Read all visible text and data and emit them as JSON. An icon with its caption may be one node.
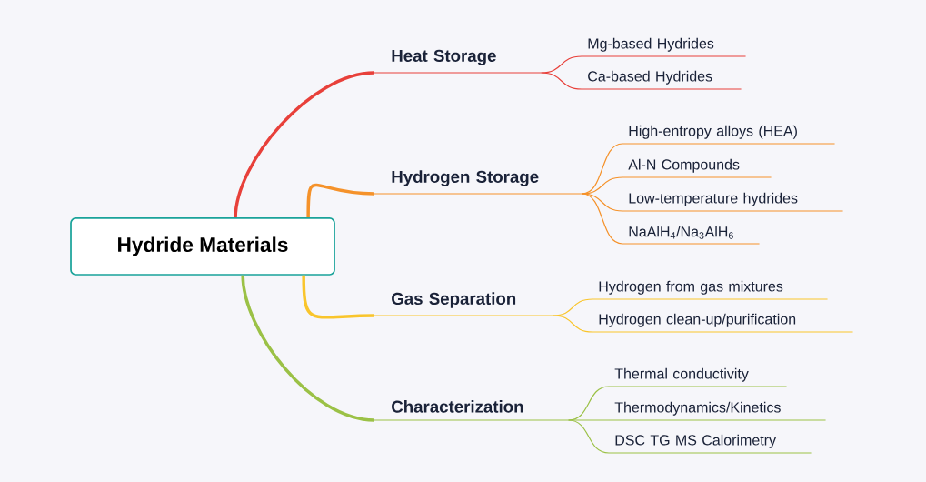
{
  "diagram": {
    "nodes": [
      {
        "text": [
          "Hydride Materials"
        ]
      },
      {
        "text": [
          "Heat Storage"
        ]
      },
      {
        "text": [
          "Mg-based Hydrides"
        ]
      },
      {
        "text": [
          "Ca-based Hydrides"
        ]
      },
      {
        "text": [
          "Hydrogen Storage"
        ]
      },
      {
        "text": [
          "High-entropy alloys (HEA)"
        ]
      },
      {
        "text": [
          "Al-N Compounds"
        ]
      },
      {
        "text": [
          "Low-temperature hydrides"
        ]
      },
      {
        "text": [
          "NaAlH$_{4}$/Na$_{3}$AlH$_{6}$"
        ]
      },
      {
        "text": [
          "Gas Separation"
        ]
      },
      {
        "text": [
          "Hydrogen from gas mixtures"
        ]
      },
      {
        "text": [
          "Hydrogen clean-up/purification"
        ]
      },
      {
        "text": [
          "Characterization"
        ]
      },
      {
        "text": [
          "Thermal conductivity"
        ]
      },
      {
        "text": [
          "Thermodynamics/Kinetics"
        ]
      },
      {
        "text": [
          "DSC TG MS Calorimetry"
        ]
      }
    ],
    "edges": [
      {
        "from": 0,
        "to": 1,
        "arrow": "none",
        "style": "thick",
        "color": "#e8403a"
      },
      {
        "from": 1,
        "to": 2,
        "arrow": "none",
        "color": "#e8403a"
      },
      {
        "from": 1,
        "to": 3,
        "arrow": "none",
        "color": "#e8403a"
      },
      {
        "from": 0,
        "to": 4,
        "arrow": "none",
        "style": "thick",
        "color": "#f5922a"
      },
      {
        "from": 4,
        "to": 5,
        "arrow": "none",
        "color": "#f5922a"
      },
      {
        "from": 4,
        "to": 6,
        "arrow": "none",
        "color": "#f5922a"
      },
      {
        "from": 4,
        "to": 7,
        "arrow": "none",
        "color": "#f5922a"
      },
      {
        "from": 4,
        "to": 8,
        "arrow": "none",
        "color": "#f5922a"
      },
      {
        "from": 0,
        "to": 9,
        "arrow": "none",
        "style": "thick",
        "color": "#f9c52c"
      },
      {
        "from": 9,
        "to": 10,
        "arrow": "none",
        "color": "#f9c52c"
      },
      {
        "from": 9,
        "to": 11,
        "arrow": "none",
        "color": "#f9c52c"
      },
      {
        "from": 0,
        "to": 12,
        "arrow": "none",
        "style": "thick",
        "color": "#9bc146"
      },
      {
        "from": 12,
        "to": 13,
        "arrow": "none",
        "color": "#9bc146"
      },
      {
        "from": 12,
        "to": 14,
        "arrow": "none",
        "color": "#9bc146"
      },
      {
        "from": 12,
        "to": 15,
        "arrow": "none",
        "color": "#9bc146"
      }
    ]
  }
}
